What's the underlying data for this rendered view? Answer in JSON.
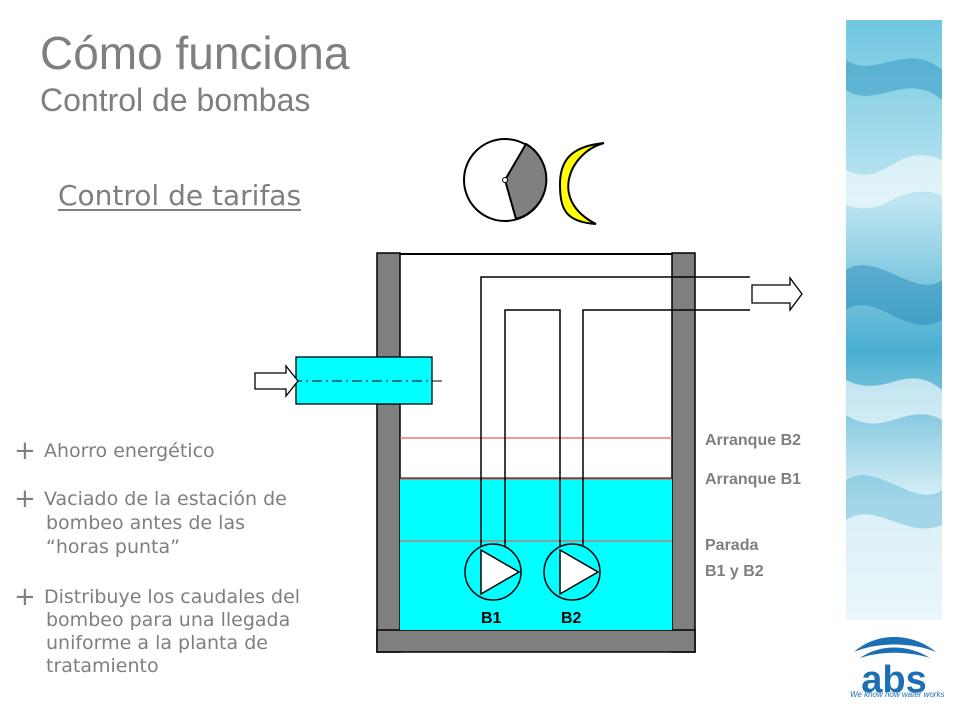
{
  "slide": {
    "title": "Cómo funciona",
    "subtitle": "Control de bombas",
    "section": "Control de tarifas"
  },
  "bullets": [
    {
      "line1": "Ahorro energético",
      "line2": "",
      "line3": ""
    },
    {
      "line1": "Vaciado de la estación de",
      "line2": "bombeo antes de las",
      "line3": "“horas punta”"
    },
    {
      "line1": "Distribuye los caudales del",
      "line2": "bombeo para una llegada",
      "line3": "uniforme a la planta de",
      "line4": "tratamiento"
    }
  ],
  "levels": {
    "arranque_b2": "Arranque B2",
    "arranque_b1": "Arranque B1",
    "parada_line1": "Parada",
    "parada_line2": "B1 y B2"
  },
  "pumps": {
    "b1": "B1",
    "b2": "B2"
  },
  "logo": {
    "tagline": "We know how water works"
  },
  "colors": {
    "water": "#00ffff",
    "wall": "#7f7f7f",
    "moon": "#ffff00",
    "level_line": "#e06060",
    "text": "#7f7f7f"
  },
  "icons": [
    "clock-icon",
    "moon-icon",
    "inlet-arrow-icon",
    "outlet-arrow-icon",
    "pump-b1-icon",
    "pump-b2-icon"
  ]
}
